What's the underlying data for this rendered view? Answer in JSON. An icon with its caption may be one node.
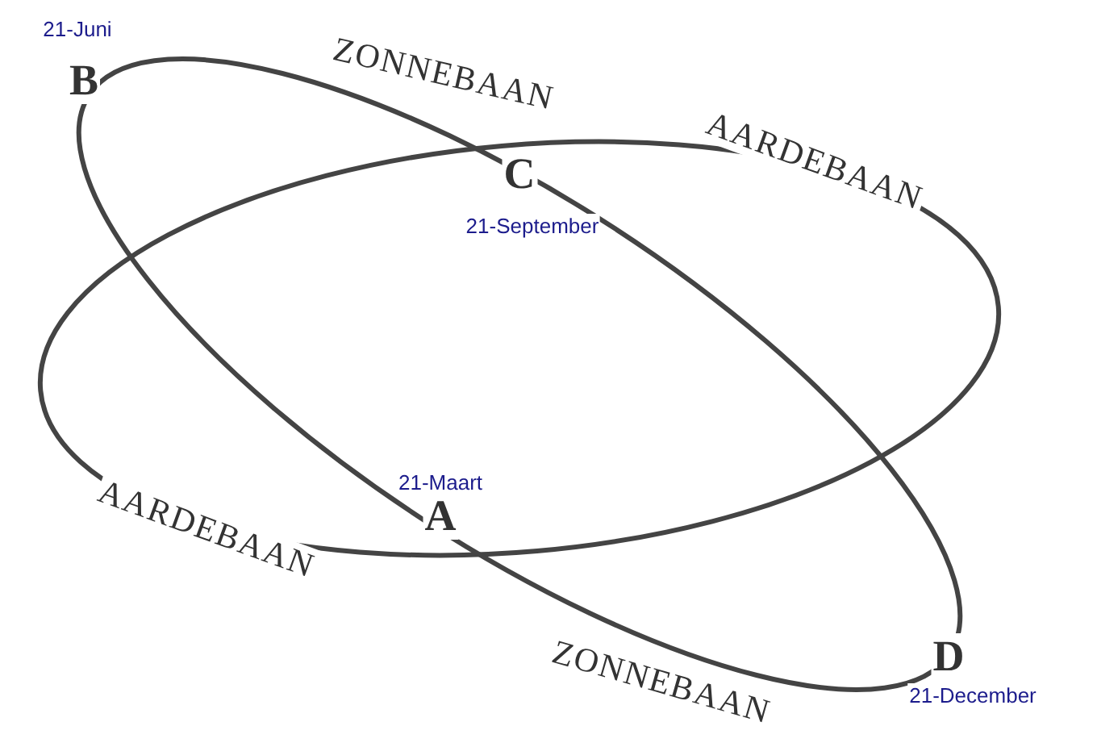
{
  "diagram": {
    "labels": [
      "21-Juni",
      "ZONNEBAAN",
      "B",
      "AARDEBAAN",
      "C",
      "21-September",
      "21-Maart",
      "AARDEBAAN",
      "A",
      "ZONNEBAAN",
      "D",
      "21-December"
    ]
  }
}
